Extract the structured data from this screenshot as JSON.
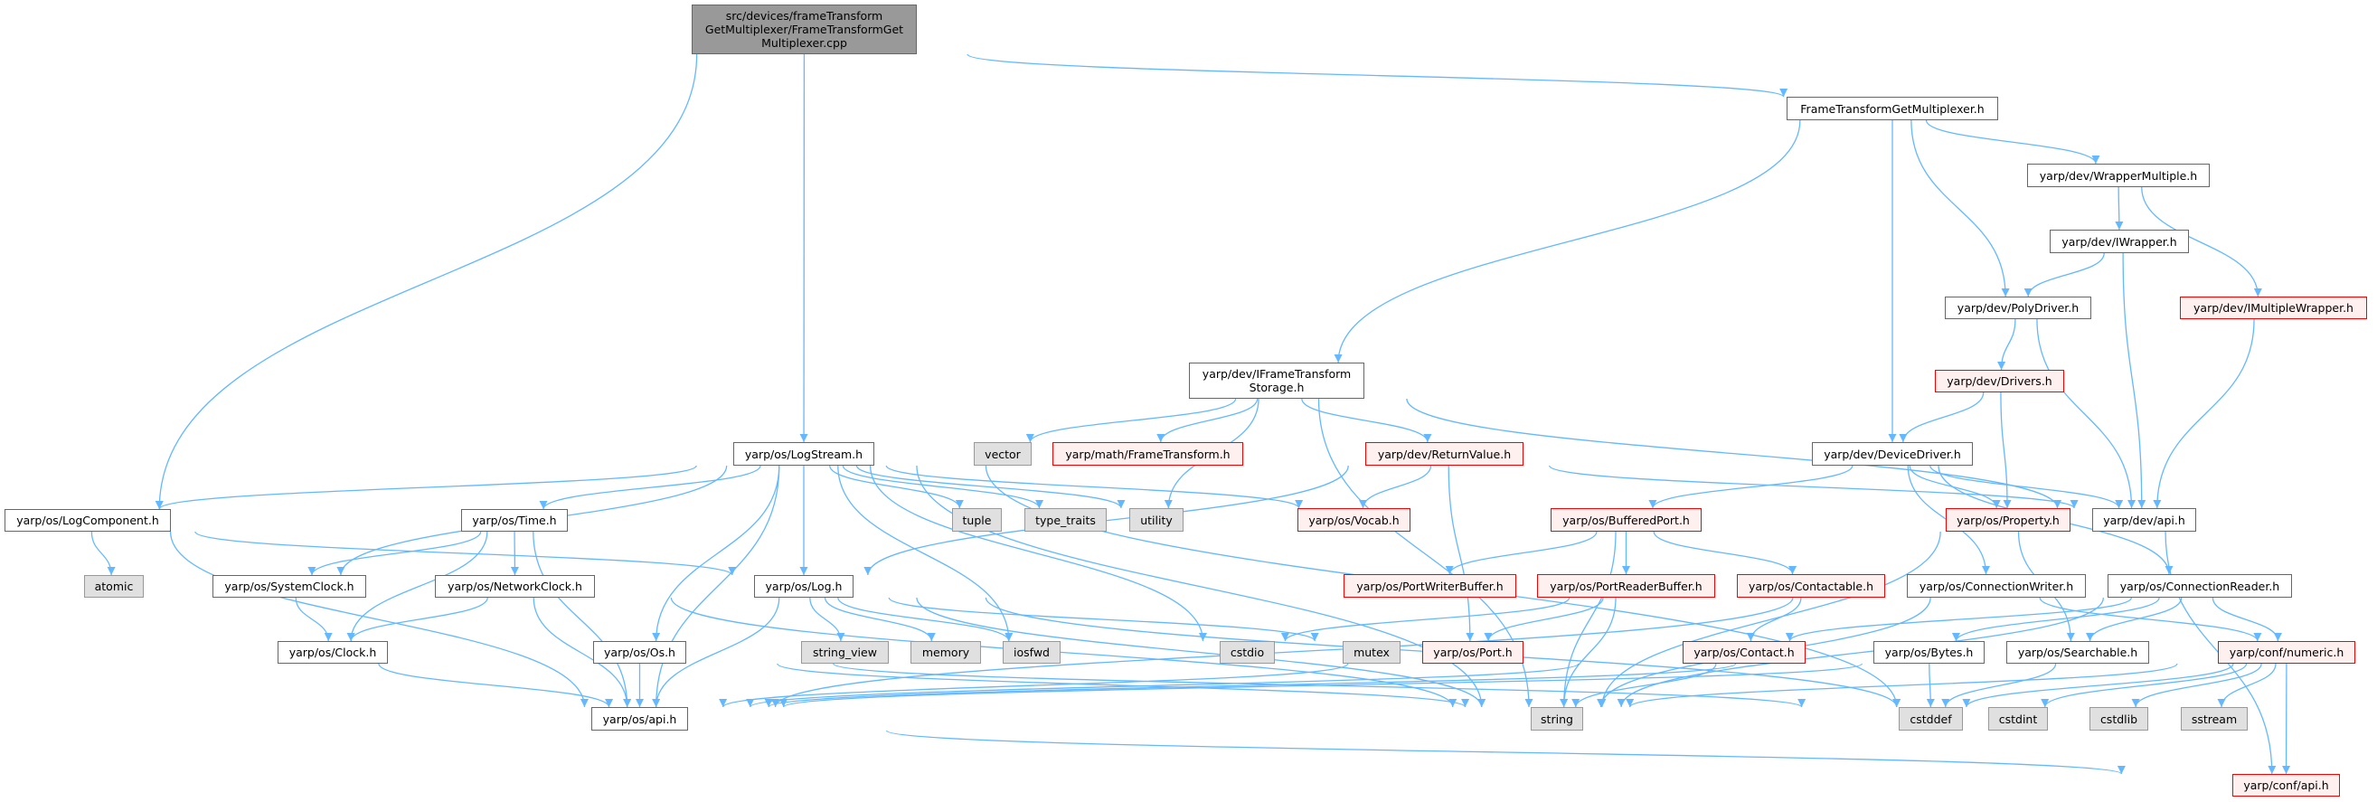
{
  "graph": {
    "edge_color": "#63b8ff",
    "nodes": [
      {
        "id": "root",
        "label": "src/devices/frameTransform\nGetMultiplexer/FrameTransformGet\nMultiplexer.cpp",
        "kind": "root"
      },
      {
        "id": "ftgm",
        "label": "FrameTransformGetMultiplexer.h",
        "kind": "normal"
      },
      {
        "id": "wm",
        "label": "yarp/dev/WrapperMultiple.h",
        "kind": "normal"
      },
      {
        "id": "iw",
        "label": "yarp/dev/IWrapper.h",
        "kind": "normal"
      },
      {
        "id": "poly",
        "label": "yarp/dev/PolyDriver.h",
        "kind": "normal"
      },
      {
        "id": "imw",
        "label": "yarp/dev/IMultipleWrapper.h",
        "kind": "red"
      },
      {
        "id": "ifts",
        "label": "yarp/dev/IFrameTransform\nStorage.h",
        "kind": "normal"
      },
      {
        "id": "drivers",
        "label": "yarp/dev/Drivers.h",
        "kind": "red"
      },
      {
        "id": "logstream",
        "label": "yarp/os/LogStream.h",
        "kind": "normal"
      },
      {
        "id": "vector",
        "label": "vector",
        "kind": "sys"
      },
      {
        "id": "mft",
        "label": "yarp/math/FrameTransform.h",
        "kind": "red"
      },
      {
        "id": "rv",
        "label": "yarp/dev/ReturnValue.h",
        "kind": "red"
      },
      {
        "id": "dd",
        "label": "yarp/dev/DeviceDriver.h",
        "kind": "normal"
      },
      {
        "id": "logcomp",
        "label": "yarp/os/LogComponent.h",
        "kind": "normal"
      },
      {
        "id": "time",
        "label": "yarp/os/Time.h",
        "kind": "normal"
      },
      {
        "id": "tuple",
        "label": "tuple",
        "kind": "sys"
      },
      {
        "id": "tt",
        "label": "type_traits",
        "kind": "sys"
      },
      {
        "id": "utility",
        "label": "utility",
        "kind": "sys"
      },
      {
        "id": "vocab",
        "label": "yarp/os/Vocab.h",
        "kind": "red"
      },
      {
        "id": "bp",
        "label": "yarp/os/BufferedPort.h",
        "kind": "red"
      },
      {
        "id": "property",
        "label": "yarp/os/Property.h",
        "kind": "red"
      },
      {
        "id": "devapi",
        "label": "yarp/dev/api.h",
        "kind": "normal"
      },
      {
        "id": "atomic",
        "label": "atomic",
        "kind": "sys"
      },
      {
        "id": "sysclock",
        "label": "yarp/os/SystemClock.h",
        "kind": "normal"
      },
      {
        "id": "netclock",
        "label": "yarp/os/NetworkClock.h",
        "kind": "normal"
      },
      {
        "id": "log",
        "label": "yarp/os/Log.h",
        "kind": "normal"
      },
      {
        "id": "pwb",
        "label": "yarp/os/PortWriterBuffer.h",
        "kind": "red"
      },
      {
        "id": "prb",
        "label": "yarp/os/PortReaderBuffer.h",
        "kind": "red"
      },
      {
        "id": "contactable",
        "label": "yarp/os/Contactable.h",
        "kind": "red"
      },
      {
        "id": "cw",
        "label": "yarp/os/ConnectionWriter.h",
        "kind": "normal"
      },
      {
        "id": "cr",
        "label": "yarp/os/ConnectionReader.h",
        "kind": "normal"
      },
      {
        "id": "clock",
        "label": "yarp/os/Clock.h",
        "kind": "normal"
      },
      {
        "id": "os",
        "label": "yarp/os/Os.h",
        "kind": "normal"
      },
      {
        "id": "sv",
        "label": "string_view",
        "kind": "sys"
      },
      {
        "id": "memory",
        "label": "memory",
        "kind": "sys"
      },
      {
        "id": "iosfwd",
        "label": "iosfwd",
        "kind": "sys"
      },
      {
        "id": "cstdio",
        "label": "cstdio",
        "kind": "sys"
      },
      {
        "id": "mutex",
        "label": "mutex",
        "kind": "sys"
      },
      {
        "id": "port",
        "label": "yarp/os/Port.h",
        "kind": "red"
      },
      {
        "id": "contact",
        "label": "yarp/os/Contact.h",
        "kind": "red"
      },
      {
        "id": "bytes",
        "label": "yarp/os/Bytes.h",
        "kind": "normal"
      },
      {
        "id": "searchable",
        "label": "yarp/os/Searchable.h",
        "kind": "normal"
      },
      {
        "id": "numeric",
        "label": "yarp/conf/numeric.h",
        "kind": "red"
      },
      {
        "id": "osapi",
        "label": "yarp/os/api.h",
        "kind": "normal"
      },
      {
        "id": "string",
        "label": "string",
        "kind": "sys"
      },
      {
        "id": "cstddef",
        "label": "cstddef",
        "kind": "sys"
      },
      {
        "id": "cstdint",
        "label": "cstdint",
        "kind": "sys"
      },
      {
        "id": "cstdlib",
        "label": "cstdlib",
        "kind": "sys"
      },
      {
        "id": "sstream",
        "label": "sstream",
        "kind": "sys"
      },
      {
        "id": "confapi",
        "label": "yarp/conf/api.h",
        "kind": "red"
      }
    ],
    "edges": [
      [
        "root",
        "logcomp"
      ],
      [
        "root",
        "logstream"
      ],
      [
        "root",
        "ftgm"
      ],
      [
        "ftgm",
        "ifts"
      ],
      [
        "ftgm",
        "dd"
      ],
      [
        "ftgm",
        "poly"
      ],
      [
        "ftgm",
        "wm"
      ],
      [
        "wm",
        "iw"
      ],
      [
        "wm",
        "imw"
      ],
      [
        "iw",
        "poly"
      ],
      [
        "iw",
        "devapi"
      ],
      [
        "poly",
        "drivers"
      ],
      [
        "poly",
        "devapi"
      ],
      [
        "imw",
        "devapi"
      ],
      [
        "drivers",
        "dd"
      ],
      [
        "drivers",
        "property"
      ],
      [
        "ifts",
        "vector"
      ],
      [
        "ifts",
        "mft"
      ],
      [
        "ifts",
        "rv"
      ],
      [
        "ifts",
        "string"
      ],
      [
        "ifts",
        "devapi"
      ],
      [
        "ifts",
        "utility"
      ],
      [
        "rv",
        "vocab"
      ],
      [
        "rv",
        "log"
      ],
      [
        "rv",
        "port"
      ],
      [
        "rv",
        "devapi"
      ],
      [
        "dd",
        "bp"
      ],
      [
        "dd",
        "property"
      ],
      [
        "dd",
        "devapi"
      ],
      [
        "dd",
        "cw"
      ],
      [
        "dd",
        "cr"
      ],
      [
        "bp",
        "pwb"
      ],
      [
        "bp",
        "prb"
      ],
      [
        "bp",
        "contactable"
      ],
      [
        "bp",
        "string"
      ],
      [
        "prb",
        "port"
      ],
      [
        "prb",
        "string"
      ],
      [
        "prb",
        "cstdio"
      ],
      [
        "contactable",
        "contact"
      ],
      [
        "cw",
        "numeric"
      ],
      [
        "cw",
        "osapi"
      ],
      [
        "cw",
        "string"
      ],
      [
        "cr",
        "contact"
      ],
      [
        "cr",
        "bytes"
      ],
      [
        "cr",
        "searchable"
      ],
      [
        "cr",
        "numeric"
      ],
      [
        "cr",
        "string"
      ],
      [
        "property",
        "searchable"
      ],
      [
        "property",
        "string"
      ],
      [
        "devapi",
        "confapi"
      ],
      [
        "numeric",
        "cstddef"
      ],
      [
        "numeric",
        "cstdint"
      ],
      [
        "numeric",
        "cstdlib"
      ],
      [
        "numeric",
        "sstream"
      ],
      [
        "numeric",
        "confapi"
      ],
      [
        "numeric",
        "string"
      ],
      [
        "bytes",
        "cstddef"
      ],
      [
        "bytes",
        "osapi"
      ],
      [
        "searchable",
        "cstddef"
      ],
      [
        "searchable",
        "osapi"
      ],
      [
        "contact",
        "string"
      ],
      [
        "contact",
        "osapi"
      ],
      [
        "port",
        "osapi"
      ],
      [
        "osapi",
        "confapi"
      ],
      [
        "logstream",
        "logcomp"
      ],
      [
        "logstream",
        "time"
      ],
      [
        "logstream",
        "sysclock"
      ],
      [
        "logstream",
        "osapi"
      ],
      [
        "logstream",
        "os"
      ],
      [
        "logstream",
        "log"
      ],
      [
        "logstream",
        "tuple"
      ],
      [
        "logstream",
        "tt"
      ],
      [
        "logstream",
        "utility"
      ],
      [
        "logstream",
        "vocab"
      ],
      [
        "logstream",
        "cstdio"
      ],
      [
        "logstream",
        "iosfwd"
      ],
      [
        "logstream",
        "string"
      ],
      [
        "logstream",
        "cstdint"
      ],
      [
        "logcomp",
        "atomic"
      ],
      [
        "logcomp",
        "log"
      ],
      [
        "logcomp",
        "osapi"
      ],
      [
        "time",
        "sysclock"
      ],
      [
        "time",
        "clock"
      ],
      [
        "time",
        "netclock"
      ],
      [
        "time",
        "osapi"
      ],
      [
        "sysclock",
        "clock"
      ],
      [
        "netclock",
        "clock"
      ],
      [
        "netclock",
        "osapi"
      ],
      [
        "netclock",
        "string"
      ],
      [
        "clock",
        "osapi"
      ],
      [
        "log",
        "sv"
      ],
      [
        "log",
        "memory"
      ],
      [
        "log",
        "iosfwd"
      ],
      [
        "log",
        "mutex"
      ],
      [
        "log",
        "osapi"
      ],
      [
        "log",
        "cstdint"
      ],
      [
        "log",
        "string"
      ],
      [
        "os",
        "osapi"
      ],
      [
        "os",
        "string"
      ],
      [
        "os",
        "cstddef"
      ]
    ]
  }
}
